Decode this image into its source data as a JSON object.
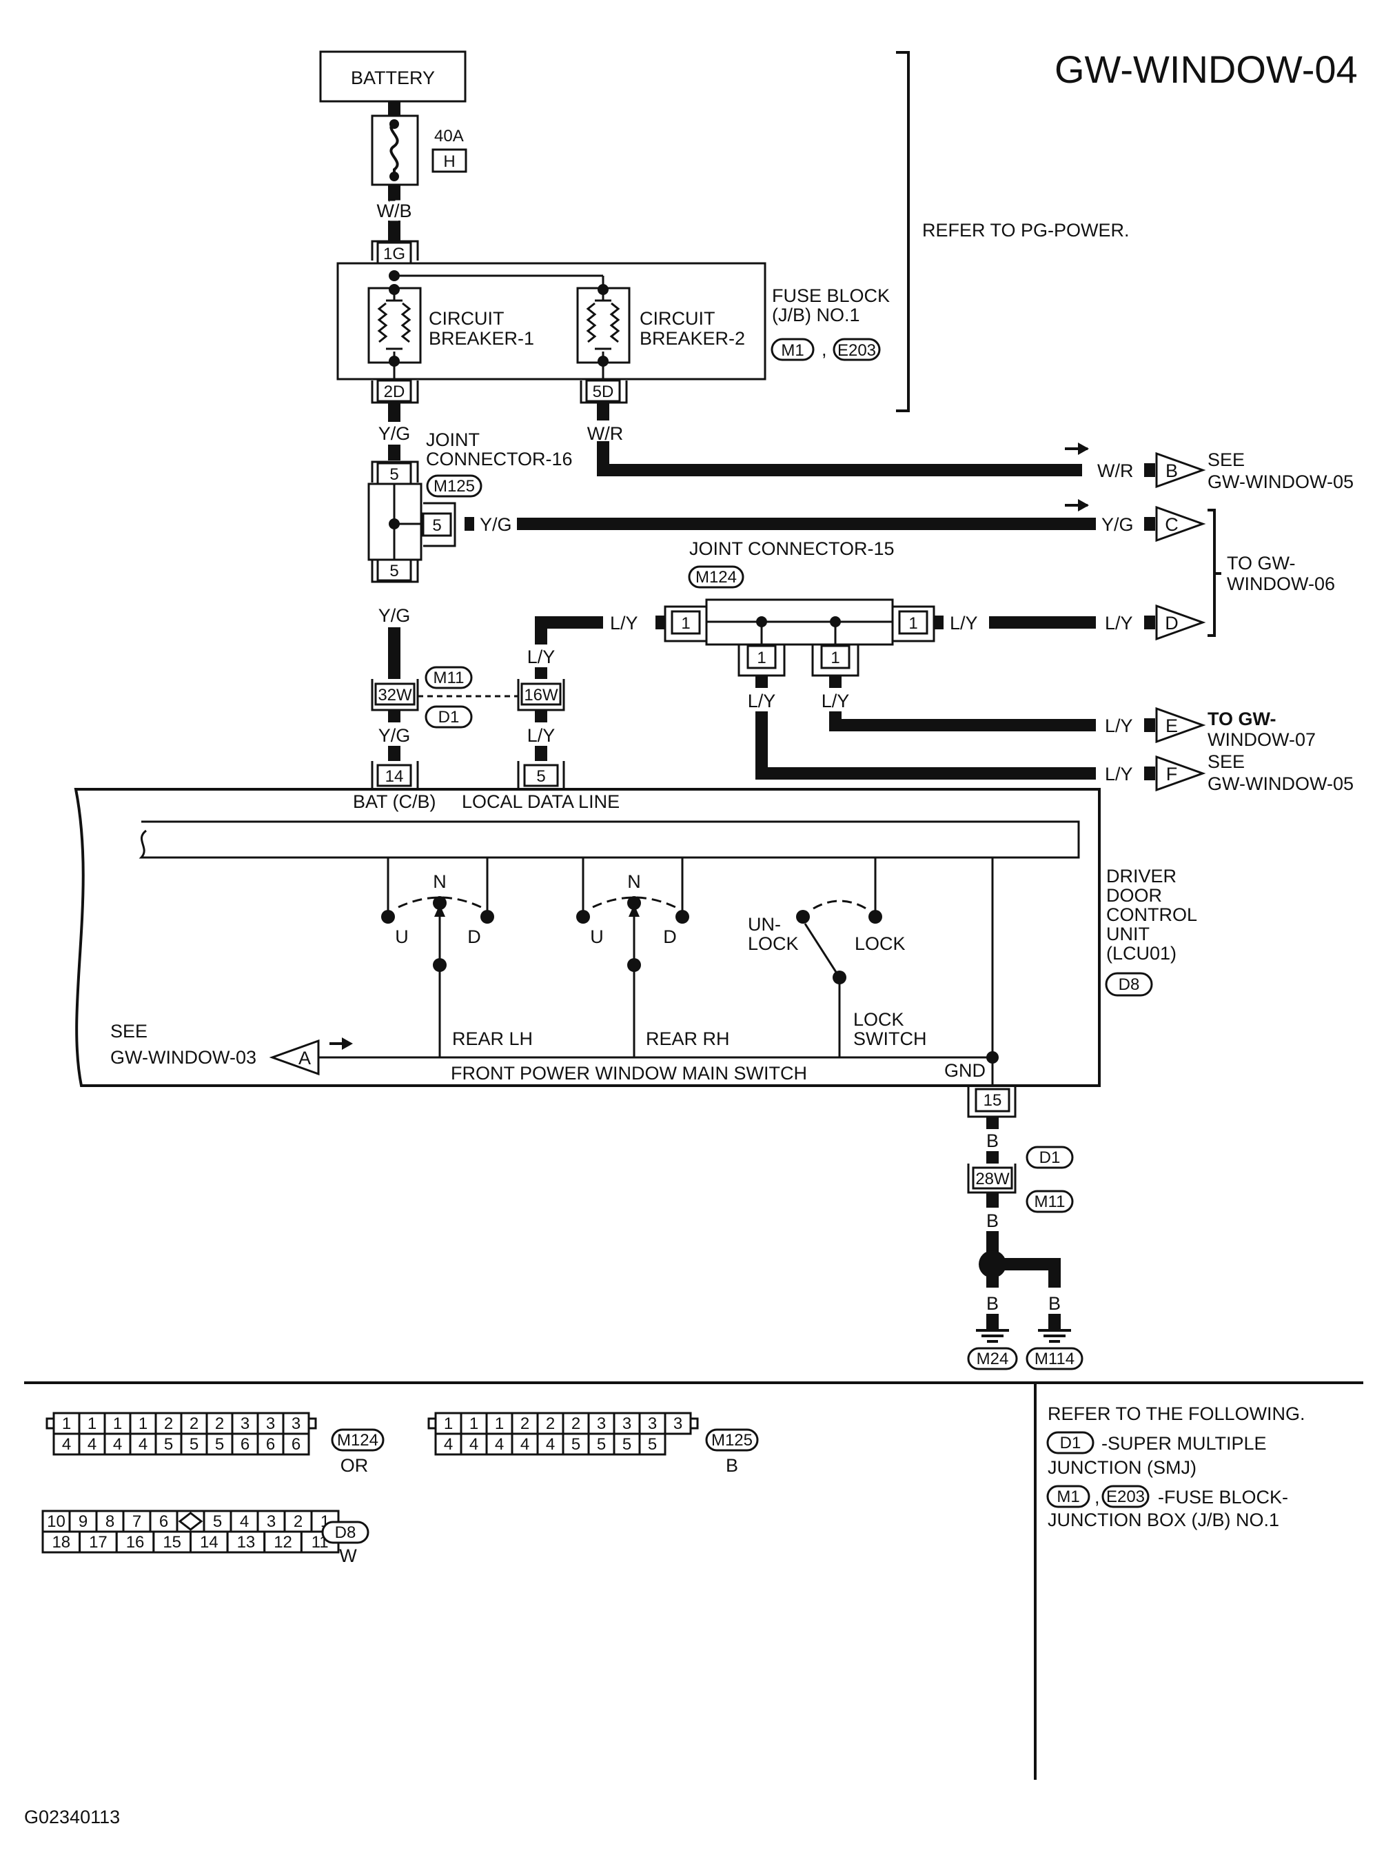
{
  "title": "GW-WINDOW-04",
  "figure_id": "G02340113",
  "battery": "BATTERY",
  "fusible_link": {
    "rating": "40A",
    "letter": "H"
  },
  "refer_pg": "REFER TO PG-POWER.",
  "fuse_block": {
    "label_l1": "FUSE BLOCK",
    "label_l2": "(J/B) NO.1",
    "conn_a": "M1",
    "sep": ",",
    "conn_b": "E203",
    "cb1_l1": "CIRCUIT",
    "cb1_l2": "BREAKER-1",
    "cb2_l1": "CIRCUIT",
    "cb2_l2": "BREAKER-2",
    "term_in": "1G",
    "term_out1": "2D",
    "term_out2": "5D"
  },
  "wires": {
    "wb": "W/B",
    "yg": "Y/G",
    "wr": "W/R",
    "ly": "L/Y",
    "b": "B"
  },
  "joint16": {
    "label_l1": "JOINT",
    "label_l2": "CONNECTOR-16",
    "conn": "M125",
    "pin": "5"
  },
  "joint15": {
    "label": "JOINT CONNECTOR-15",
    "conn": "M124",
    "pin": "1"
  },
  "smj": {
    "conn_top": "M11",
    "conn_bottom": "D1",
    "pin_bat": "32W",
    "pin_data": "16W",
    "pin_gnd": "28W"
  },
  "offpage": [
    {
      "letter": "B",
      "ref_l1": "SEE",
      "ref_l2": "GW-WINDOW-05"
    },
    {
      "letter": "C",
      "ref_l1": "",
      "ref_l2": ""
    },
    {
      "letter": "D",
      "ref_l1": "TO GW-",
      "ref_l2": "WINDOW-06"
    },
    {
      "letter": "E",
      "ref_l1": "TO GW-",
      "ref_l2": "WINDOW-07"
    },
    {
      "letter": "F",
      "ref_l1": "SEE",
      "ref_l2": "GW-WINDOW-05"
    },
    {
      "letter": "A",
      "ref_l1": "SEE",
      "ref_l2": "GW-WINDOW-03"
    }
  ],
  "unit": {
    "pin_bat": "14",
    "pin_data": "5",
    "pin_gnd": "15",
    "bat_label": "BAT (C/B)",
    "data_label": "LOCAL DATA LINE",
    "name_l1": "DRIVER",
    "name_l2": "DOOR",
    "name_l3": "CONTROL",
    "name_l4": "UNIT",
    "name_l5": "(LCU01)",
    "conn": "D8",
    "switch_label": "FRONT POWER WINDOW MAIN SWITCH",
    "gnd_label": "GND",
    "n": "N",
    "u": "U",
    "d": "D",
    "rear_lh": "REAR LH",
    "rear_rh": "REAR RH",
    "unlock_l1": "UN-",
    "unlock_l2": "LOCK",
    "lock": "LOCK",
    "lock_sw_l1": "LOCK",
    "lock_sw_l2": "SWITCH"
  },
  "ground": {
    "conn1": "M24",
    "conn2": "M114"
  },
  "connectors": {
    "m124": {
      "id": "M124",
      "color": "OR",
      "top": [
        "1",
        "1",
        "1",
        "1",
        "2",
        "2",
        "2",
        "3",
        "3",
        "3"
      ],
      "bottom": [
        "4",
        "4",
        "4",
        "4",
        "5",
        "5",
        "5",
        "6",
        "6",
        "6"
      ]
    },
    "m125": {
      "id": "M125",
      "color": "B",
      "top": [
        "1",
        "1",
        "1",
        "2",
        "2",
        "2",
        "3",
        "3",
        "3",
        "3"
      ],
      "bottom": [
        "4",
        "4",
        "4",
        "4",
        "4",
        "5",
        "5",
        "5",
        "5"
      ]
    },
    "d8": {
      "id": "D8",
      "color": "W",
      "top": [
        "10",
        "9",
        "8",
        "7",
        "6",
        "",
        "5",
        "4",
        "3",
        "2",
        "1"
      ],
      "bottom": [
        "18",
        "17",
        "16",
        "15",
        "14",
        "13",
        "12",
        "11"
      ]
    }
  },
  "legend": {
    "title": "REFER TO THE FOLLOWING.",
    "d1_code": "D1",
    "d1_l1": "-SUPER MULTIPLE",
    "d1_l2": "JUNCTION (SMJ)",
    "m1_code": "M1",
    "sep": ",",
    "e203_code": "E203",
    "m1_l1": "-FUSE BLOCK-",
    "m1_l2": "JUNCTION BOX (J/B) NO.1"
  }
}
